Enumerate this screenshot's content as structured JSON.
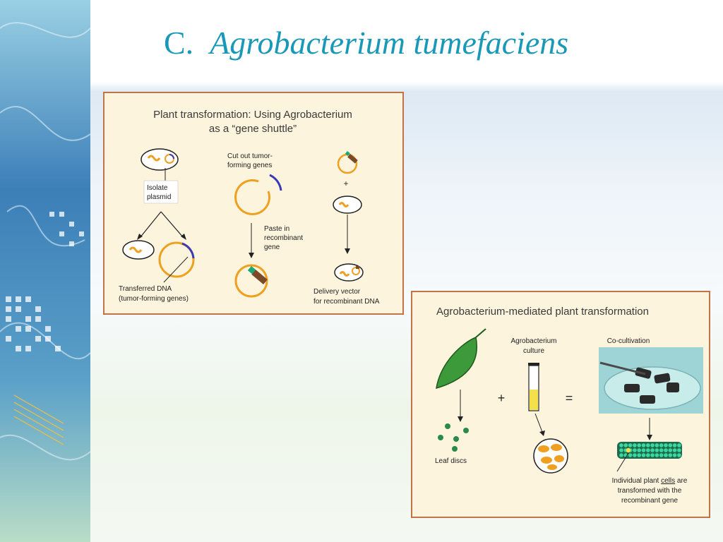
{
  "slide": {
    "title_prefix": "C.",
    "title_italic": "Agrobacterium tumefaciens",
    "accent": "#1a98b8"
  },
  "panel1": {
    "title_line1": "Plant transformation: Using Agrobacterium",
    "title_line2": "as a “gene shuttle”",
    "isolate_line1": "Isolate",
    "isolate_line2": "plasmid",
    "cut_line1": "Cut out tumor-",
    "cut_line2": "forming genes",
    "plus": "+",
    "paste_line1": "Paste in",
    "paste_line2": "recombinant",
    "paste_line3": "gene",
    "transferred_line1": "Transferred DNA",
    "transferred_line2": "(tumor-forming genes)",
    "delivery_line1": "Delivery vector",
    "delivery_line2": "for recombinant DNA"
  },
  "panel2": {
    "title": "Agrobacterium-mediated plant transformation",
    "culture_line1": "Agrobacterium",
    "culture_line2": "culture",
    "cocultivation": "Co-cultivation",
    "plus": "+",
    "equals": "=",
    "leaf_discs": "Leaf discs",
    "result_line1_a": "Individual plant ",
    "result_line1_b": "cells",
    "result_line1_c": " are",
    "result_line2": "transformed with the",
    "result_line3": "recombinant gene"
  },
  "colors": {
    "panel_bg": "#fcf4dc",
    "panel_border": "#c4724a",
    "plasmid": "#f0a020",
    "tumor_gene": "#3a3ab8",
    "leaf": "#3c9a3a",
    "cell": "#1aa877"
  }
}
